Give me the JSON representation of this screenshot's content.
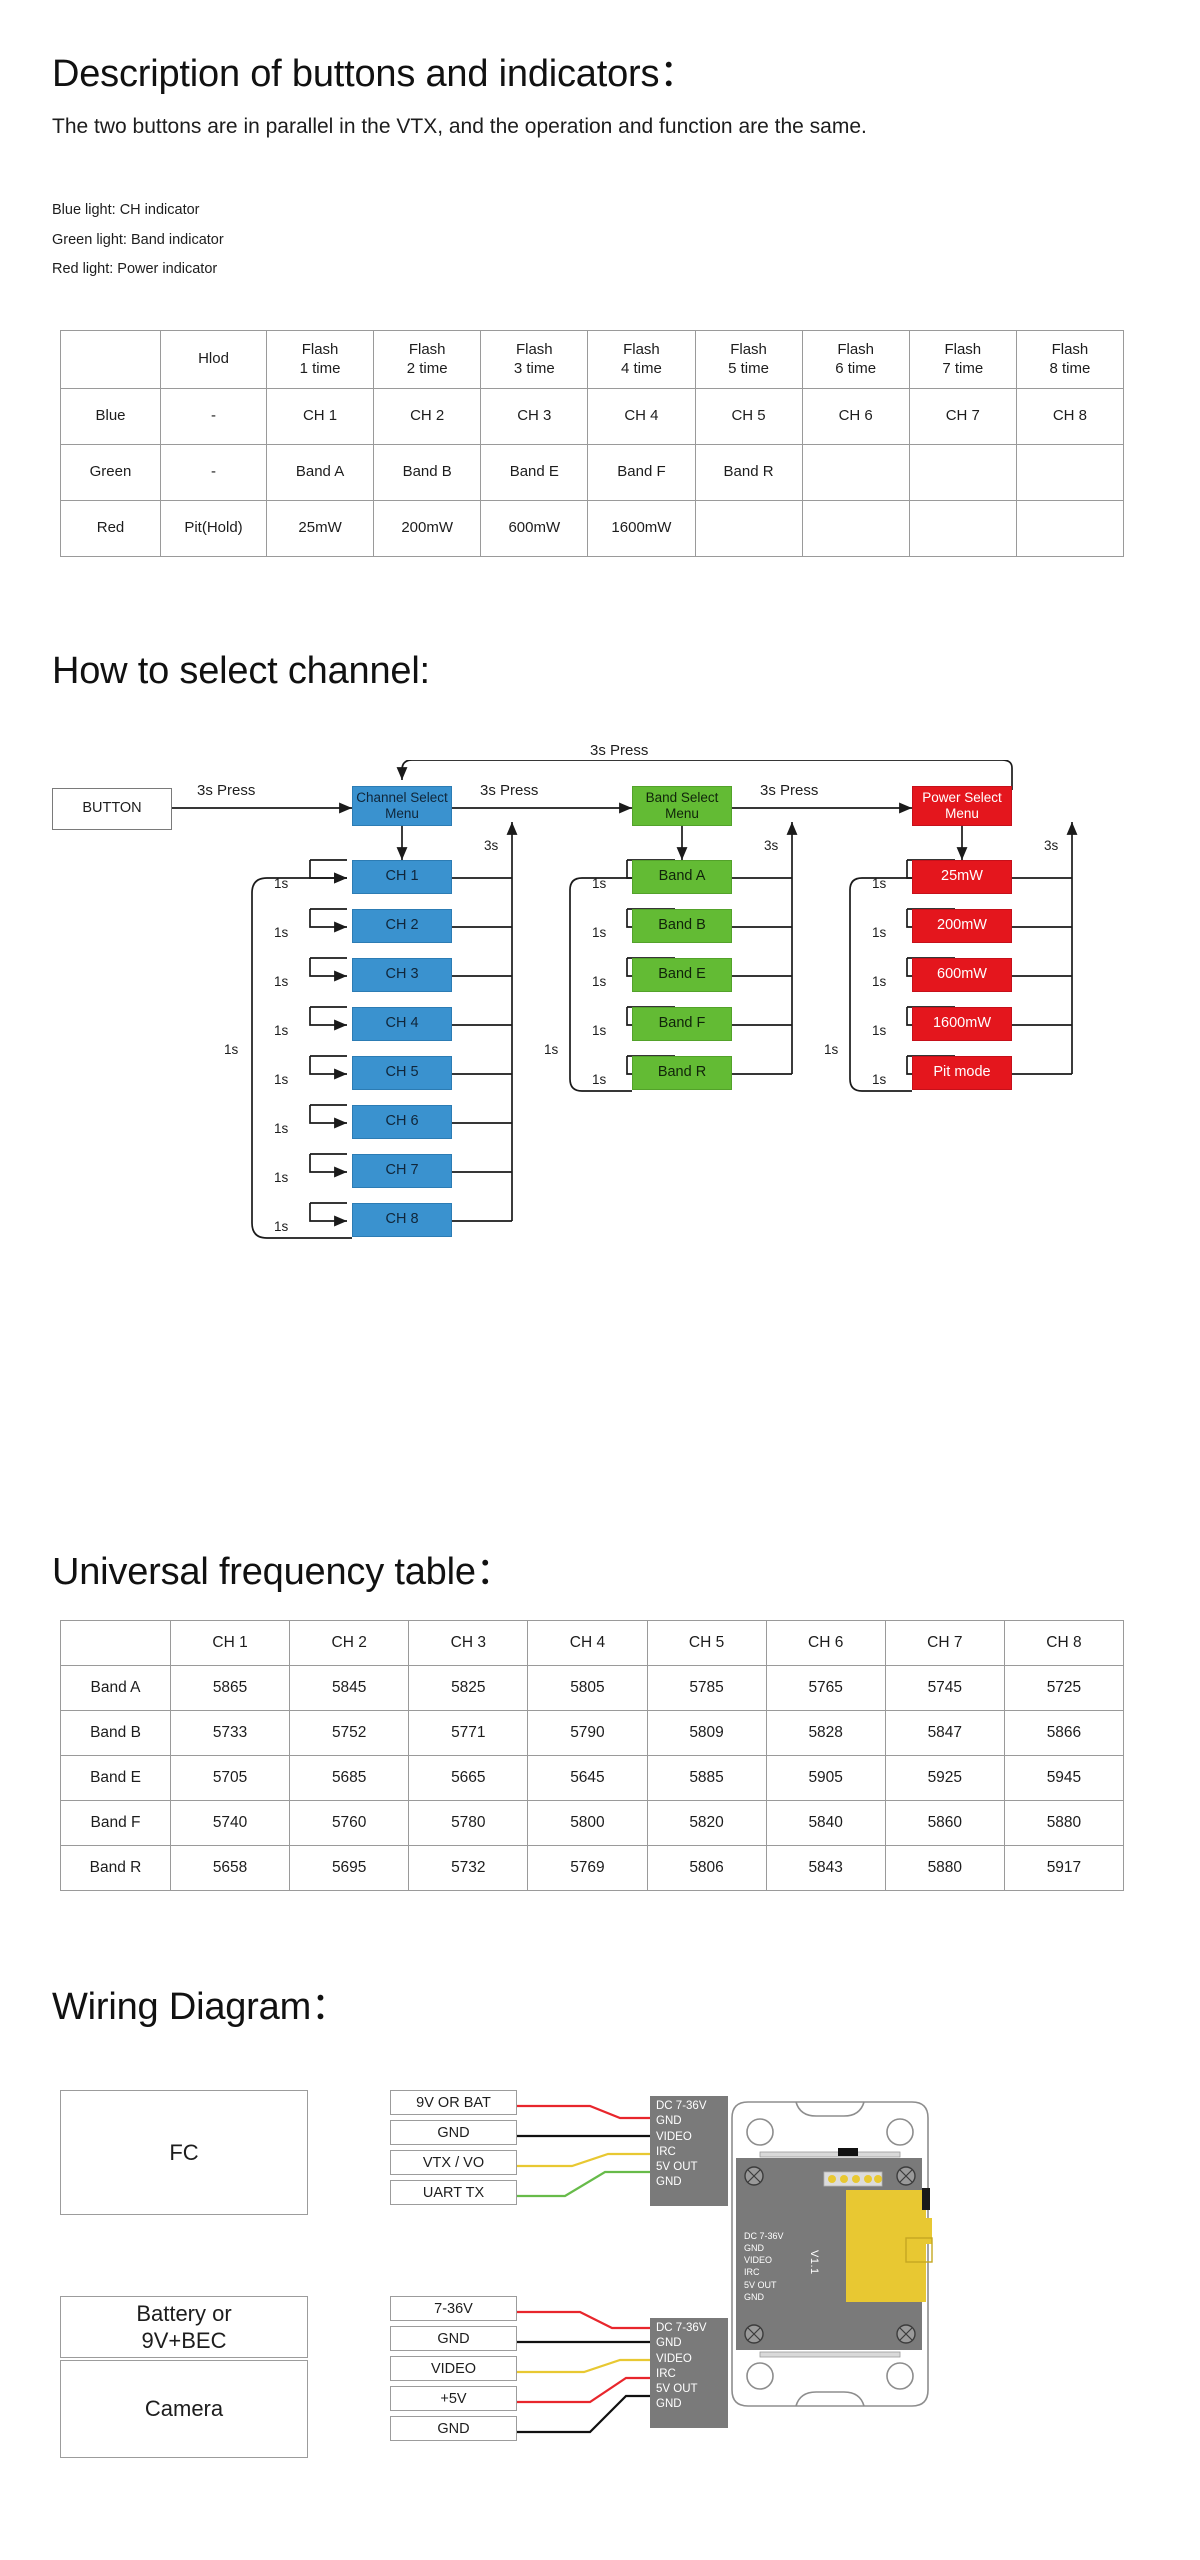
{
  "sections": {
    "buttons_title": "Description of buttons and indicators：",
    "buttons_intro": "The two buttons are in parallel in the VTX, and the operation and function are the same.",
    "legend": [
      "Blue light: CH indicator",
      "Green light: Band indicator",
      "Red light: Power indicator"
    ],
    "channel_title": "How to select channel:",
    "freq_title": "Universal frequency table：",
    "wiring_title": "Wiring Diagram："
  },
  "indicator_table": {
    "headers": [
      "",
      "Hlod",
      "Flash\n1 time",
      "Flash\n2 time",
      "Flash\n3 time",
      "Flash\n4 time",
      "Flash\n5 time",
      "Flash\n6 time",
      "Flash\n7 time",
      "Flash\n8 time"
    ],
    "rows": [
      {
        "label": "Blue",
        "cells": [
          "-",
          "CH 1",
          "CH 2",
          "CH 3",
          "CH 4",
          "CH 5",
          "CH 6",
          "CH 7",
          "CH 8"
        ]
      },
      {
        "label": "Green",
        "cells": [
          "-",
          "Band A",
          "Band B",
          "Band E",
          "Band F",
          "Band R",
          "",
          "",
          ""
        ]
      },
      {
        "label": "Red",
        "cells": [
          "Pit(Hold)",
          "25mW",
          "200mW",
          "600mW",
          "1600mW",
          "",
          "",
          "",
          ""
        ]
      }
    ]
  },
  "flowchart": {
    "button_label": "BUTTON",
    "menus": [
      {
        "label": "Channel Select\nMenu",
        "color": "#3a92cf"
      },
      {
        "label": "Band Select\nMenu",
        "color": "#63bb34"
      },
      {
        "label": "Power Select\nMenu",
        "color": "#e4161d"
      }
    ],
    "channels": [
      "CH 1",
      "CH 2",
      "CH 3",
      "CH 4",
      "CH 5",
      "CH 6",
      "CH 7",
      "CH 8"
    ],
    "bands": [
      "Band A",
      "Band B",
      "Band E",
      "Band F",
      "Band R"
    ],
    "powers": [
      "25mW",
      "200mW",
      "600mW",
      "1600mW",
      "Pit mode"
    ],
    "press_label": "3s Press",
    "back_label": "3s",
    "step_label": "1s",
    "top_loop_label": "3s Press"
  },
  "freq_table": {
    "headers": [
      "",
      "CH 1",
      "CH 2",
      "CH 3",
      "CH 4",
      "CH 5",
      "CH 6",
      "CH 7",
      "CH 8"
    ],
    "rows": [
      {
        "label": "Band A",
        "cells": [
          "5865",
          "5845",
          "5825",
          "5805",
          "5785",
          "5765",
          "5745",
          "5725"
        ]
      },
      {
        "label": "Band B",
        "cells": [
          "5733",
          "5752",
          "5771",
          "5790",
          "5809",
          "5828",
          "5847",
          "5866"
        ]
      },
      {
        "label": "Band E",
        "cells": [
          "5705",
          "5685",
          "5665",
          "5645",
          "5885",
          "5905",
          "5925",
          "5945"
        ]
      },
      {
        "label": "Band F",
        "cells": [
          "5740",
          "5760",
          "5780",
          "5800",
          "5820",
          "5840",
          "5860",
          "5880"
        ]
      },
      {
        "label": "Band R",
        "cells": [
          "5658",
          "5695",
          "5732",
          "5769",
          "5806",
          "5843",
          "5880",
          "5917"
        ]
      }
    ]
  },
  "wiring": {
    "fc_label": "FC",
    "fc_pins": [
      "9V OR BAT",
      "GND",
      "VTX / VO",
      "UART TX"
    ],
    "battery_label": "Battery or\n9V+BEC",
    "camera_label": "Camera",
    "lower_pins": [
      "7-36V",
      "GND",
      "VIDEO",
      "+5V",
      "GND"
    ],
    "vtx_pins_top": [
      "DC 7-36V",
      "GND",
      "VIDEO",
      "IRC",
      "5V OUT",
      "GND"
    ],
    "vtx_pins_bottom": [
      "DC 7-36V",
      "GND",
      "VIDEO",
      "IRC",
      "5V OUT",
      "GND"
    ],
    "board_pins": [
      "DC 7-36V",
      "GND",
      "VIDEO",
      "IRC",
      "5V OUT",
      "GND"
    ],
    "board_version": "V1.1",
    "wire_colors": {
      "power": "#e8262c",
      "ground": "#111111",
      "video": "#e8c832",
      "signal": "#67bb4a"
    }
  }
}
